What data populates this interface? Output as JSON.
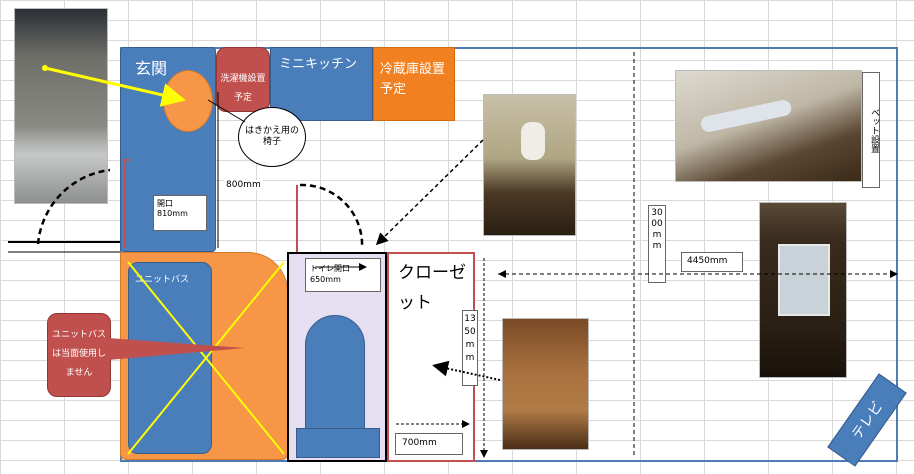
{
  "labels": {
    "genkan": "玄関",
    "sentaku": "洗濯機設置予定",
    "mini_kitchen": "ミニキッチン",
    "reizouko": "冷蔵庫設置予定",
    "hakikae": "はきかえ用の椅子",
    "width_800": "800mm",
    "kaikou_810": "開口810mm",
    "unit_bath": "ユニットバス",
    "unit_bath_note": "ユニットバスは当面使用しません",
    "toilet_kaikou": "トイレ開口650mm",
    "closet": "クローゼット",
    "dim_1350": "1350mm",
    "dim_700": "700mm",
    "dim_3000": "3000mm",
    "dim_4450": "4450mm",
    "bed": "ベット設置",
    "tv": "テレビ"
  },
  "colors": {
    "blue": "#4a7ebb",
    "orange": "#f79646",
    "red": "#c0504d",
    "yellow": "#ffff00",
    "lavender": "#e6dff2"
  }
}
